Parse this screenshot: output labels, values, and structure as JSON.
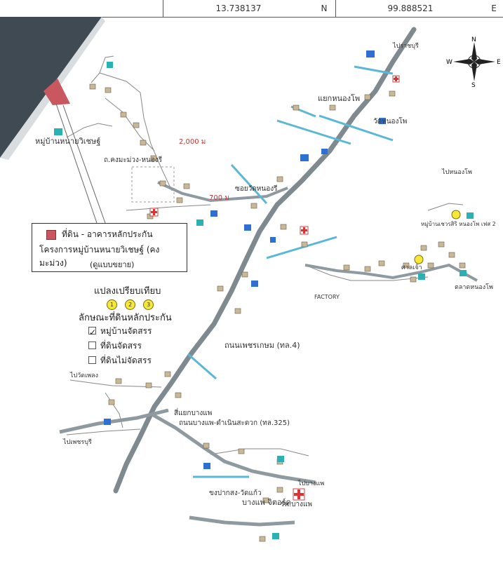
{
  "coords": {
    "lat_value": "13.738137",
    "lat_dir": "N",
    "lon_value": "99.888521",
    "lon_dir": "E"
  },
  "compass": {
    "n": "N",
    "s": "S",
    "e": "E",
    "w": "W"
  },
  "legend": {
    "line1": "ที่ดิน - อาคารหลักประกัน",
    "line2": "โครงการหมู่บ้านหนายวิเชษฐ์ (คงมะม่วง)",
    "line3": "(ดูแบบขยาย)"
  },
  "compare": {
    "title": "แปลงเปรียบเทียบ",
    "markers": [
      "1",
      "2",
      "3"
    ]
  },
  "property_type": {
    "title": "ลักษณะที่ดินหลักประกัน",
    "items": [
      "หมู่บ้านจัดสรร",
      "ที่ดินจัดสรร",
      "ที่ดินไม่จัดสรร"
    ]
  },
  "distances": {
    "d1": "2,000 ม",
    "d2": "700 ม"
  },
  "map_labels": {
    "village": "หมู่บ้านหนายวิเชษฐ์",
    "kongmamuang": "ถ.คงมะม่วง-หนองรี",
    "soi_wat": "ซอยวัดหนองรี",
    "phetkasem": "ถนนเพชรเกษม (ทล.4)",
    "bangphae_road": "ถนนบางแพ-ดำเนินสะดวก (ทล.325)",
    "yaek_bangphae": "สี่แยกบางแพ",
    "yaek_nongpo": "แยกหนองโพ",
    "wat_nongpo": "วัดหนองโพ",
    "to_ratchaburi": "ไปราชบุรี",
    "to_phetburi": "ไปเพชรบุรี",
    "to_watphleng": "ไปวัดเพลง",
    "to_bangphae": "ไปบางแพ",
    "to_nongpo": "ไปหนองโพ",
    "nongpo_market": "ตลาดหนองโพ",
    "factory": "FACTORY",
    "bangphae_district": "บางแพ จิตอร์ค",
    "ban_pong": "ขงปากสง-วัดแก้ว",
    "rs_bangphae": "รพ.บางแพ",
    "village2": "หมู่บ้านเชวรสิริ หนองโพ เฟส 2",
    "sala": "ศาลเจ้า"
  }
}
